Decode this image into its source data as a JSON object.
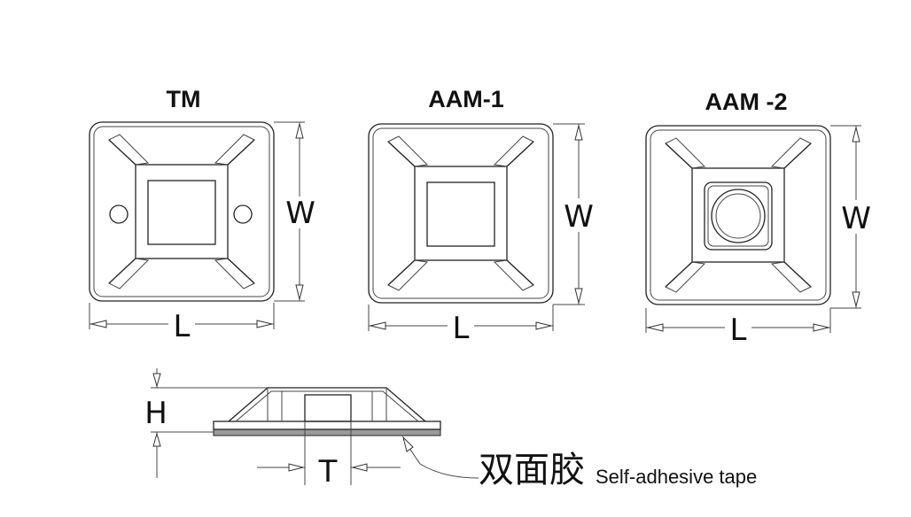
{
  "titles": {
    "tm": "TM",
    "aam1": "AAM-1",
    "aam2": "AAM -2"
  },
  "dims": {
    "width": "W",
    "length": "L",
    "height": "H",
    "thickness": "T"
  },
  "callout": {
    "chinese": "双面胶",
    "english": "Self-adhesive tape"
  }
}
